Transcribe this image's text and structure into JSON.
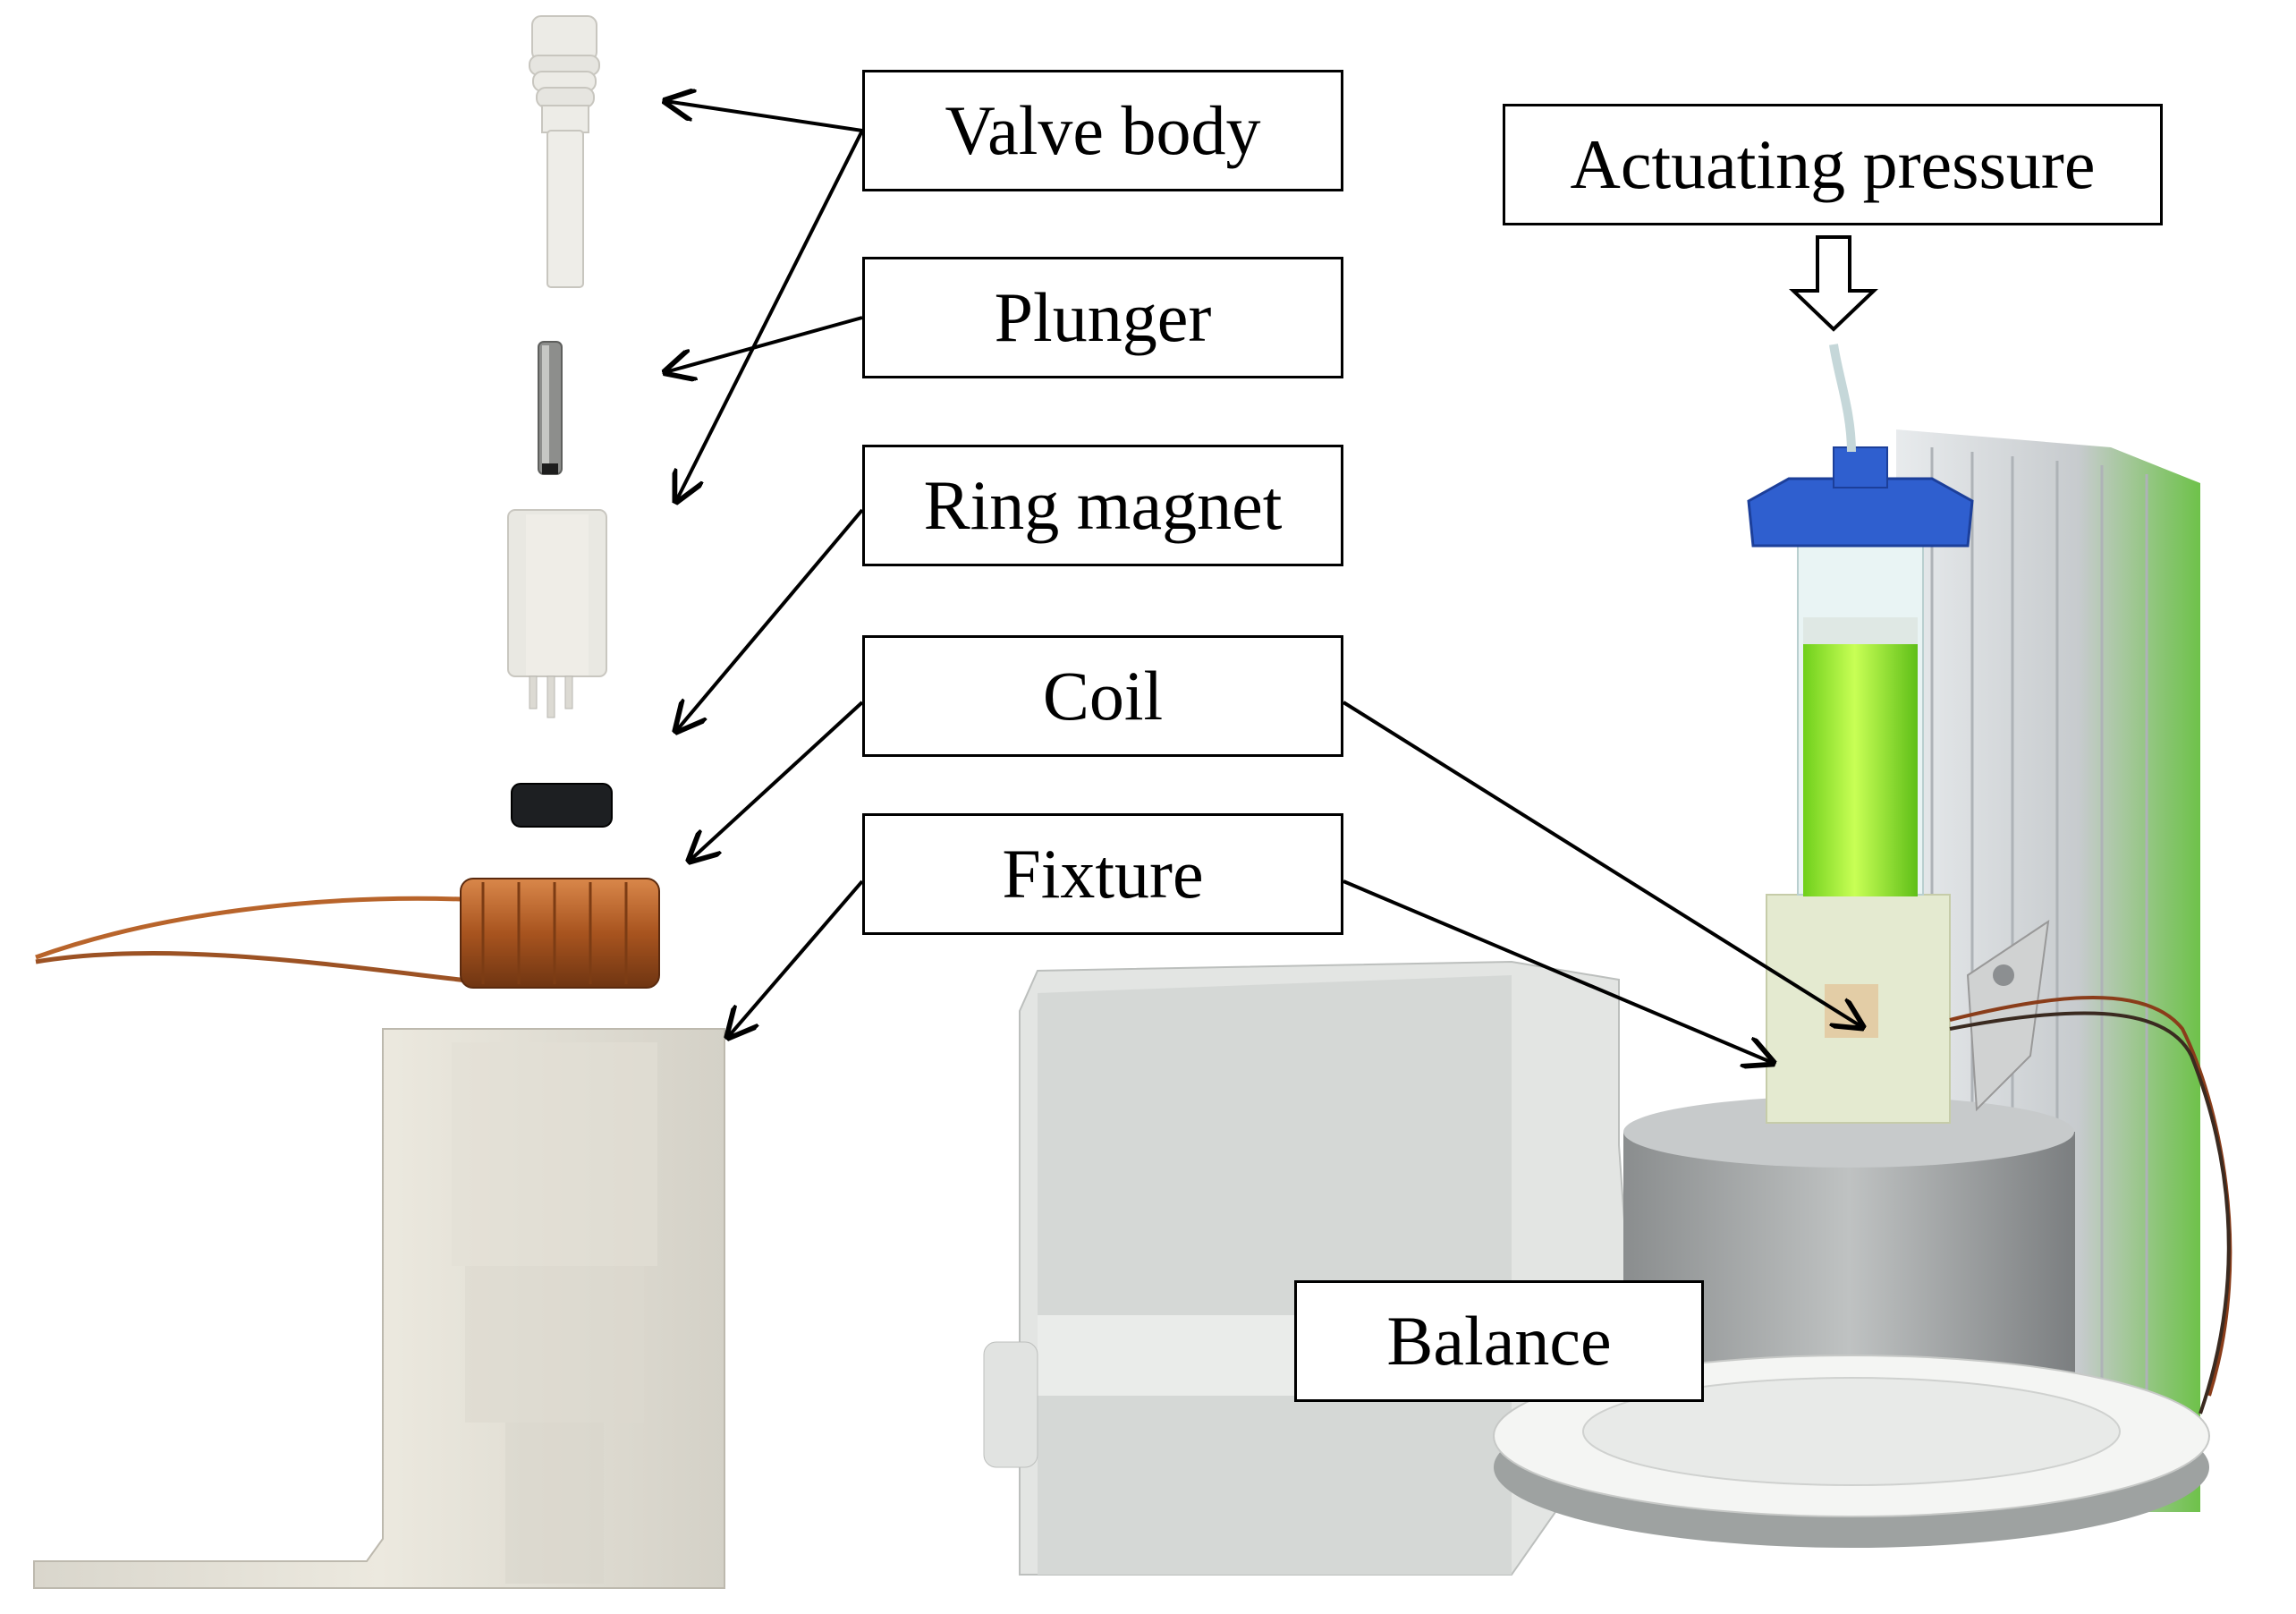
{
  "labels": {
    "valve_body": "Valve body",
    "plunger": "Plunger",
    "ring_magnet": "Ring magnet",
    "coil": "Coil",
    "fixture": "Fixture",
    "actuating_pressure": "Actuating pressure",
    "balance": "Balance"
  },
  "colors": {
    "label_border": "#000000",
    "arrow": "#000000",
    "liquid_green": "#8fe62a",
    "cap_blue": "#2f5fcf",
    "copper": "#b8642b",
    "aluminium": "#c9ced3",
    "balance_grey": "#e3e5e3"
  },
  "icons": {
    "pressure_arrow": "hollow-down-arrow-icon"
  }
}
